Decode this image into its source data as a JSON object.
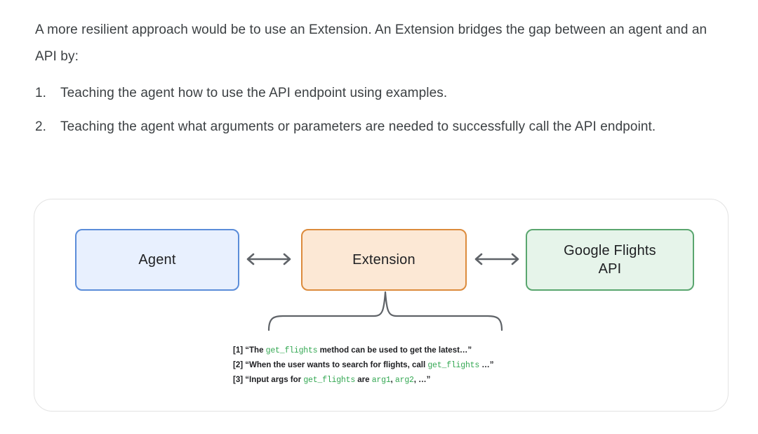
{
  "prose": {
    "paragraph": "A more resilient approach would be to use an Extension. An Extension bridges the gap between an agent and an API by:",
    "list": [
      {
        "marker": "1.",
        "text": "Teaching the agent how to use the API endpoint using examples."
      },
      {
        "marker": "2.",
        "text": "Teaching the agent what arguments or parameters are needed to successfully call the API endpoint."
      }
    ]
  },
  "diagram": {
    "nodes": [
      {
        "id": "agent",
        "label": "Agent",
        "fill": "#e8f0fe",
        "border": "#5b8dd9"
      },
      {
        "id": "extension",
        "label": "Extension",
        "fill": "#fce8d5",
        "border": "#dc8b3c"
      },
      {
        "id": "api",
        "label": "Google Flights\nAPI",
        "label_line1": "Google Flights",
        "label_line2": "API",
        "fill": "#e6f4ea",
        "border": "#5aa66f"
      }
    ],
    "connectors": [
      {
        "id": "agent-extension",
        "type": "double-arrow",
        "color": "#5f6368"
      },
      {
        "id": "extension-api",
        "type": "double-arrow",
        "color": "#5f6368"
      },
      {
        "id": "extension-captions",
        "type": "curly-brace",
        "color": "#5f6368"
      }
    ],
    "captions": [
      {
        "index": "[1]",
        "parts": [
          {
            "type": "text",
            "value": "“The "
          },
          {
            "type": "code",
            "value": "get_flights"
          },
          {
            "type": "text",
            "value": " method can be used to get the latest…”"
          }
        ]
      },
      {
        "index": "[2]",
        "parts": [
          {
            "type": "text",
            "value": "“When the user wants to search for flights, call "
          },
          {
            "type": "code",
            "value": "get_flights"
          },
          {
            "type": "text",
            "value": " …”"
          }
        ]
      },
      {
        "index": "[3]",
        "parts": [
          {
            "type": "text",
            "value": "“Input args for "
          },
          {
            "type": "code",
            "value": "get_flights"
          },
          {
            "type": "text",
            "value": " are "
          },
          {
            "type": "code",
            "value": "arg1"
          },
          {
            "type": "punct",
            "value": ", "
          },
          {
            "type": "code",
            "value": "arg2"
          },
          {
            "type": "punct",
            "value": ", …”"
          }
        ]
      }
    ]
  },
  "colors": {
    "body_text": "#3c4043",
    "code_green": "#34a853",
    "card_border": "#e3e3e3",
    "connector_gray": "#5f6368"
  }
}
